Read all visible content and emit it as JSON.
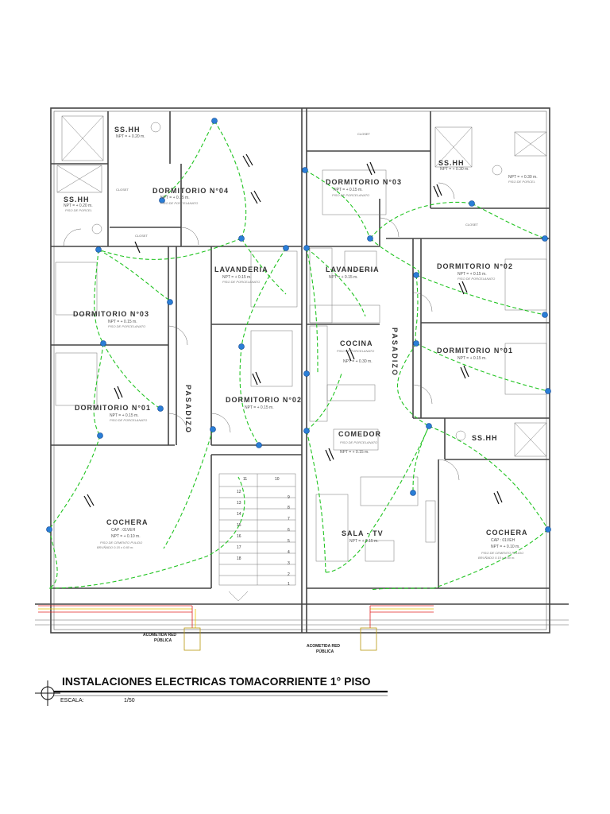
{
  "rooms": {
    "sshh_tl": "SS.HH",
    "sshh_ml": "SS.HH",
    "sshh_tr": "SS.HH",
    "sshh_br": "SS.HH",
    "dorm04": "DORMITORIO N°04",
    "dorm03_l": "DORMITORIO N°03",
    "dorm01_l": "DORMITORIO N°01",
    "dorm02_c": "DORMITORIO N°02",
    "dorm03_r": "DORMITORIO N°03",
    "dorm02_r": "DORMITORIO N°02",
    "dorm01_r": "DORMITORIO N°01",
    "lav_l": "LAVANDERIA",
    "lav_r": "LAVANDERIA",
    "cocina": "COCINA",
    "comedor": "COMEDOR",
    "sala": "SALA - TV",
    "cochera_l": "COCHERA",
    "cochera_r": "COCHERA",
    "pasadizo_l": "PASADIZO",
    "pasadizo_r": "PASADIZO"
  },
  "notes": {
    "npt_015": "NPT = + 0.15 m.",
    "npt_020": "NPT = + 0.20 m.",
    "npt_030": "NPT = + 0.30 m.",
    "npt_010": "NPT = + 0.10 m.",
    "piso_porcelanato": "PISO DE PORCELANATO",
    "piso_porcel": "PISO DE PORCEL",
    "cap_01veh": "CAP : 01VEH",
    "piso_cemento": "PISO DE CEMENTO PULIDO",
    "bruñado": "BRUÑADO 0.15 x 0.60 m.",
    "closet": "CLOSET"
  },
  "acometida": {
    "left_line1": "ACOMETIDA RED",
    "left_line2": "PÚBLICA",
    "right_line1": "ACOMETIDA RED",
    "right_line2": "PÚBLICA"
  },
  "stairs": {
    "n9": "9",
    "n10": "10",
    "n11": "11",
    "n12": "12",
    "n13": "13",
    "n14": "14",
    "n15": "15",
    "n16": "16",
    "n17": "17",
    "n18": "18",
    "n1": "1",
    "n2": "2",
    "n3": "3",
    "n4": "4",
    "n5": "5",
    "n6": "6",
    "n7": "7",
    "n8": "8"
  },
  "title_block": {
    "title": "INSTALACIONES ELECTRICAS  TOMACORRIENTE 1° PISO",
    "scale_label": "ESCALA:",
    "scale_value": "1/50"
  },
  "colors": {
    "circuit": "#22c422",
    "outlet": "#2a7ed6",
    "wall": "#444444"
  }
}
